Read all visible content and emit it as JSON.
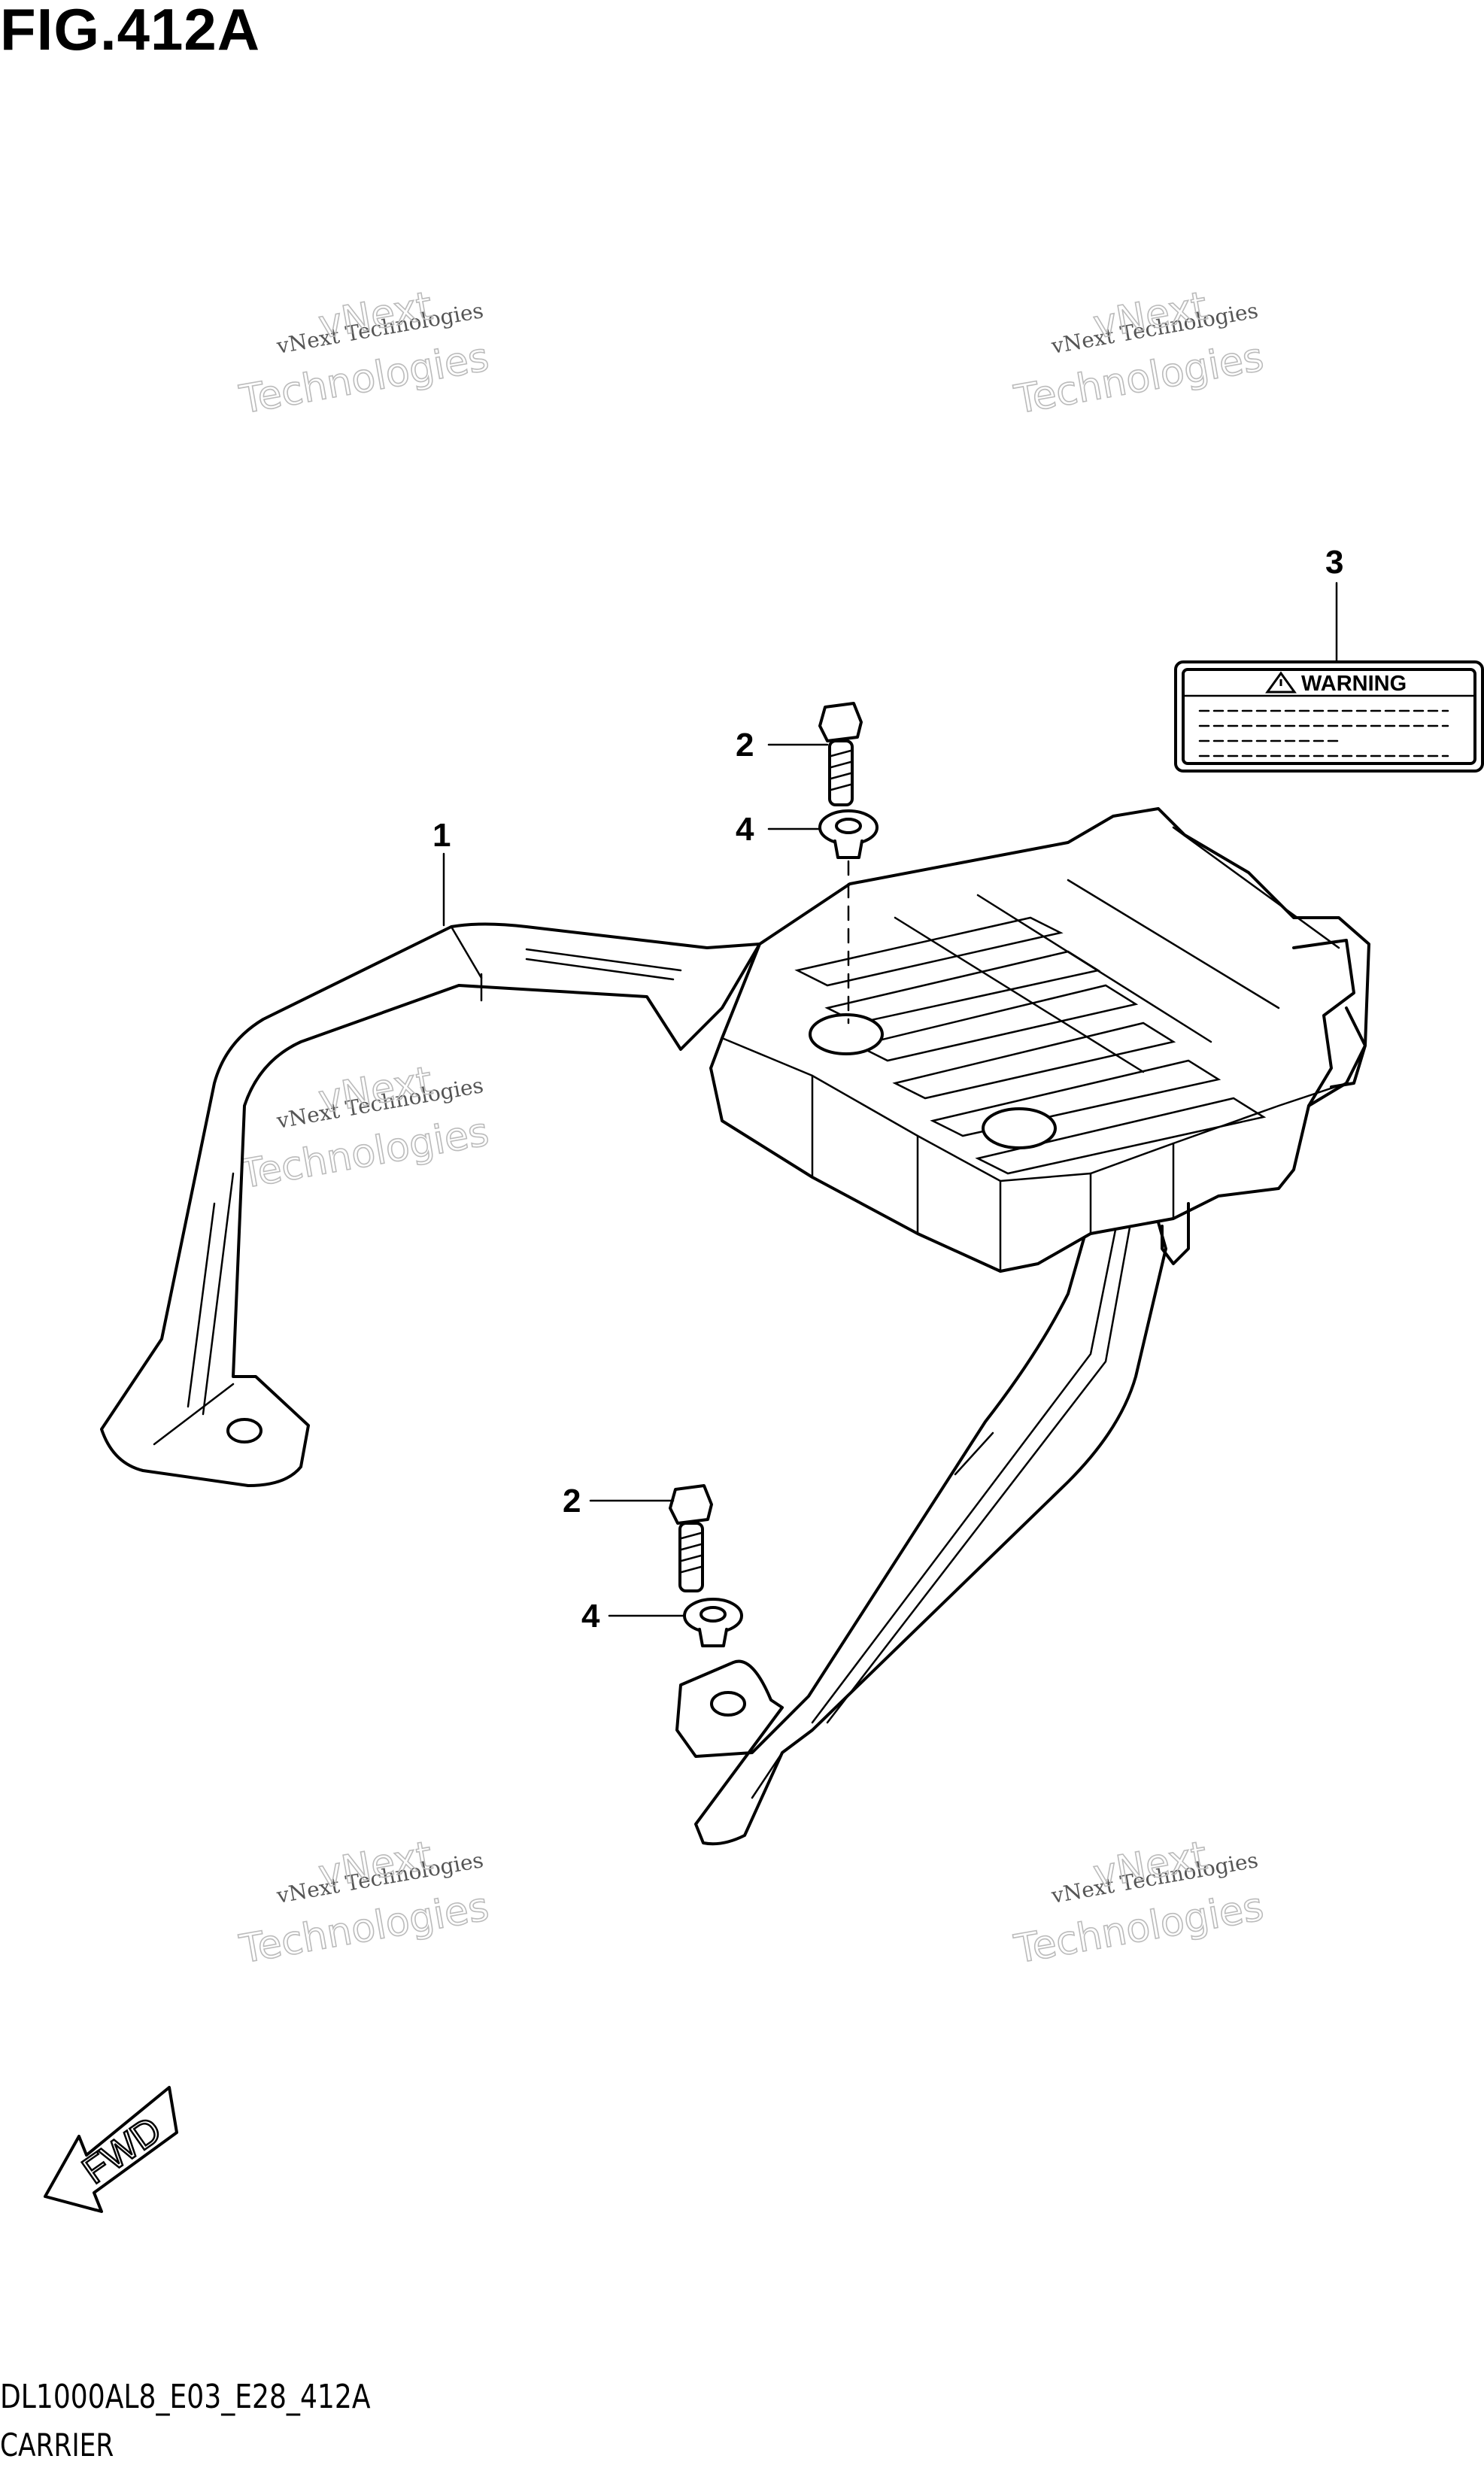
{
  "figure": {
    "title": "FIG.412A",
    "code": "DL1000AL8_E03_E28_412A",
    "name": "CARRIER"
  },
  "callouts": [
    {
      "id": "c1",
      "label": "1"
    },
    {
      "id": "c2a",
      "label": "2"
    },
    {
      "id": "c2b",
      "label": "2"
    },
    {
      "id": "c3",
      "label": "3"
    },
    {
      "id": "c4a",
      "label": "4"
    },
    {
      "id": "c4b",
      "label": "4"
    }
  ],
  "warning_label": {
    "text": "WARNING",
    "icon": "warning-triangle-icon"
  },
  "fwd_indicator": {
    "text": "FWD",
    "icon": "forward-arrow-icon"
  },
  "watermark": {
    "line1": "vNext Technologies",
    "line2a": "vNext",
    "line2b": "Technologies"
  }
}
